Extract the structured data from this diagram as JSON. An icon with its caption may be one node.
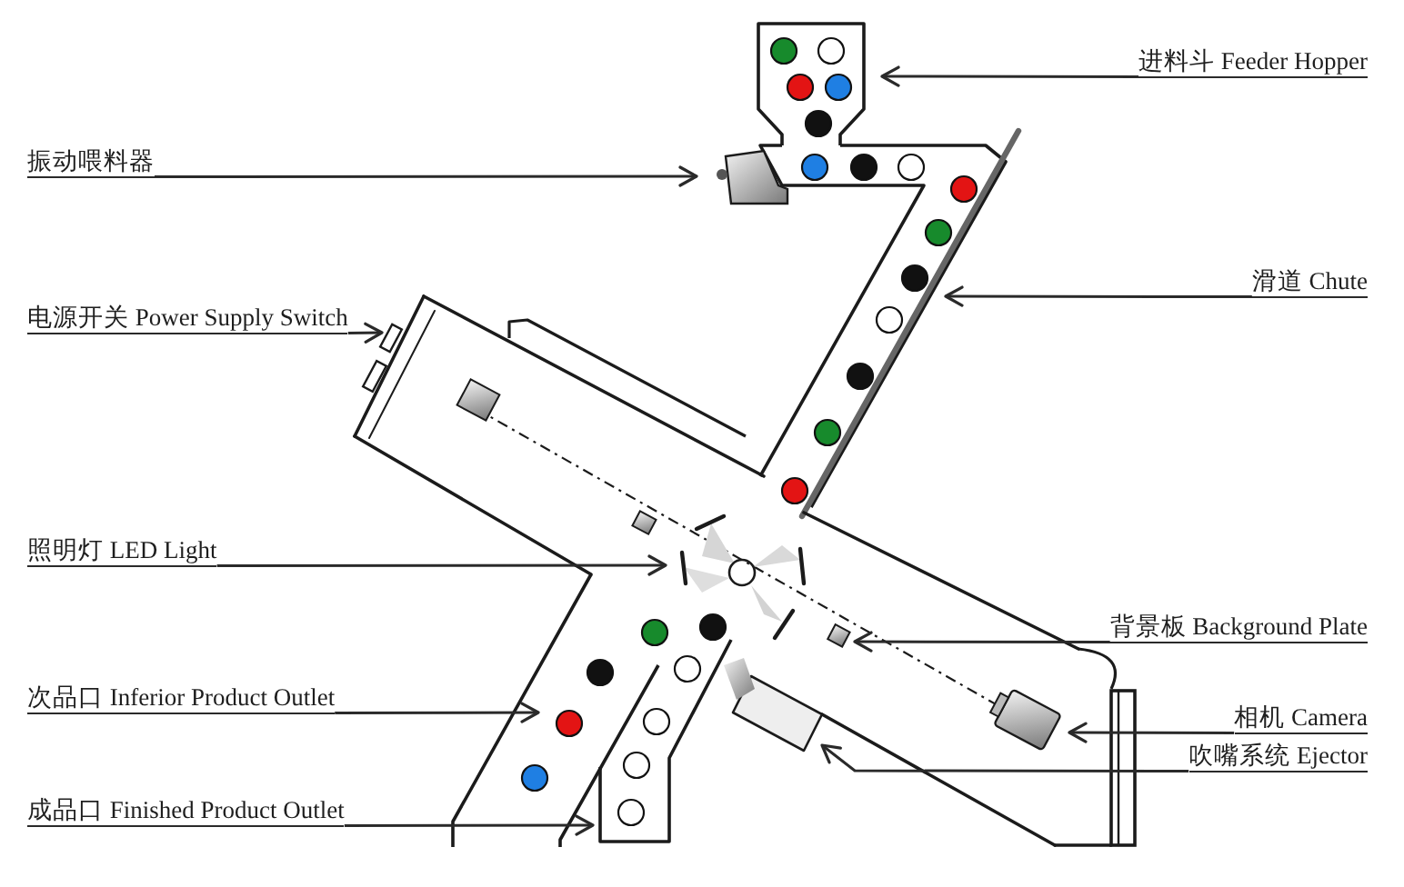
{
  "diagram": {
    "nodes": [
      {
        "text": [
          "进料斗 Feeder Hopper"
        ]
      },
      {
        "text": [
          "振动喂料器"
        ]
      },
      {
        "text": [
          "滑道 Chute"
        ]
      },
      {
        "text": [
          "电源开关 Power Supply Switch"
        ]
      },
      {
        "text": [
          "照明灯 LED Light"
        ]
      },
      {
        "text": [
          "背景板 Background Plate"
        ]
      },
      {
        "text": [
          "次品口 Inferior Product Outlet"
        ]
      },
      {
        "text": [
          "相机 Camera"
        ]
      },
      {
        "text": [
          "吹嘴系统 Ejector"
        ]
      },
      {
        "text": [
          "成品口 Finished Product Outlet"
        ]
      }
    ],
    "edges": [
      {
        "from": 0,
        "to": null,
        "arrow": "to"
      },
      {
        "from": 1,
        "to": null,
        "arrow": "to"
      },
      {
        "from": 2,
        "to": null,
        "arrow": "to"
      },
      {
        "from": 3,
        "to": null,
        "arrow": "to"
      },
      {
        "from": 4,
        "to": null,
        "arrow": "to"
      },
      {
        "from": 5,
        "to": null,
        "arrow": "to"
      },
      {
        "from": 6,
        "to": null,
        "arrow": "to"
      },
      {
        "from": 7,
        "to": null,
        "arrow": "to"
      },
      {
        "from": 8,
        "to": null,
        "arrow": "to"
      },
      {
        "from": 9,
        "to": null,
        "arrow": "to"
      }
    ]
  }
}
